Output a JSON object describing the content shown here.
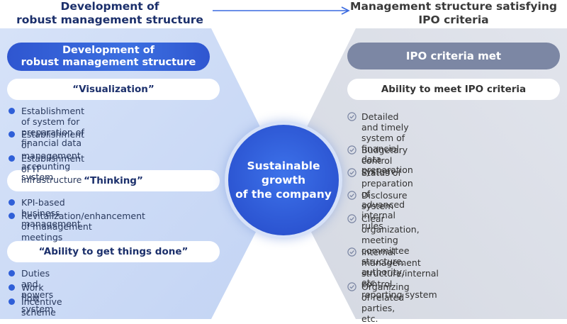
{
  "header": {
    "left_line1": "Development of",
    "left_line2": "robust management structure",
    "right_line1": "Management structure satisfying",
    "right_line2": "IPO criteria"
  },
  "left": {
    "title_line1": "Development of",
    "title_line2": "robust management structure",
    "groups": [
      {
        "heading": "“Visualization”",
        "items": [
          [
            "Establishment of system for preparation of",
            "financial data"
          ],
          [
            "Establishment of management accounting",
            "system"
          ],
          [
            "Establishment of IT infrastructure"
          ]
        ]
      },
      {
        "heading": "“Thinking”",
        "items": [
          [
            "KPI-based business management"
          ],
          [
            "Revitalization/enhancement of management",
            "meetings"
          ]
        ]
      },
      {
        "heading": "“Ability to get things done”",
        "items": [
          [
            "Duties and powers"
          ],
          [
            "Work flow system"
          ],
          [
            "Incentive scheme"
          ]
        ]
      }
    ]
  },
  "center": {
    "line1": "Sustainable",
    "line2": "growth",
    "line3": "of the company"
  },
  "right": {
    "title": "IPO criteria met",
    "subtitle": "Ability to meet IPO criteria",
    "items": [
      [
        "Detailed and timely system of financial data",
        "preparation"
      ],
      [
        "Budgetary control system"
      ],
      [
        "Status of preparation of advanced internal rules"
      ],
      [
        "Disclosure system"
      ],
      [
        "Clear organization, meeting committee",
        "structure, authority, etc."
      ],
      [
        "Internal management structure/internal control",
        "reporting system"
      ],
      [
        "Organizing of related parties, etc."
      ]
    ]
  },
  "colors": {
    "left_accent": "#2f56d0",
    "right_accent": "#7c87a4",
    "header_left": "#1b2f6b",
    "arrow": "#3a6ae0"
  },
  "icons": {
    "left_bullet": "blue-dot-icon",
    "right_bullet": "check-circle-icon",
    "header_arrow": "arrow-right-icon"
  }
}
